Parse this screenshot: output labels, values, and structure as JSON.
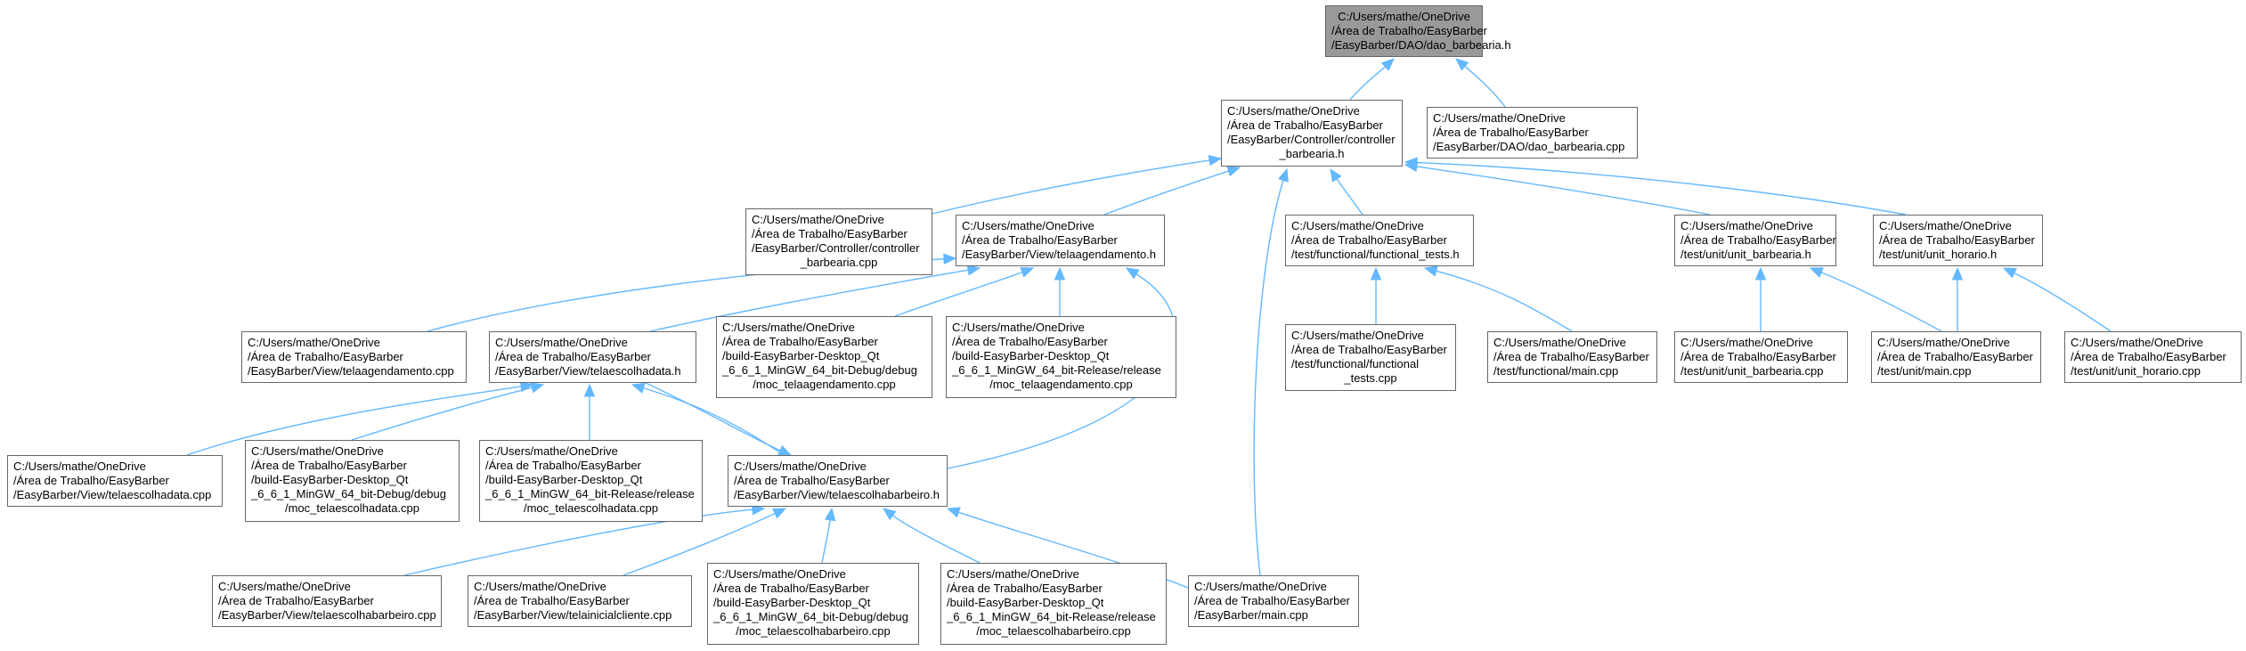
{
  "colors": {
    "edge": "#63b8ff",
    "root_fill": "#999999",
    "node_border": "#666666"
  },
  "nodes": {
    "n1": {
      "lines": [
        "C:/Users/mathe/OneDrive",
        "/Área de Trabalho/EasyBarber",
        "/EasyBarber/DAO/dao_barbearia.h"
      ]
    },
    "n2": {
      "lines": [
        "C:/Users/mathe/OneDrive",
        "/Área de Trabalho/EasyBarber",
        "/EasyBarber/Controller/controller",
        "_barbearia.h"
      ]
    },
    "n3": {
      "lines": [
        "C:/Users/mathe/OneDrive",
        "/Área de Trabalho/EasyBarber",
        "/EasyBarber/DAO/dao_barbearia.cpp"
      ]
    },
    "n4": {
      "lines": [
        "C:/Users/mathe/OneDrive",
        "/Área de Trabalho/EasyBarber",
        "/EasyBarber/Controller/controller",
        "_barbearia.cpp"
      ]
    },
    "n5": {
      "lines": [
        "C:/Users/mathe/OneDrive",
        "/Área de Trabalho/EasyBarber",
        "/EasyBarber/View/telaagendamento.h"
      ]
    },
    "n6": {
      "lines": [
        "C:/Users/mathe/OneDrive",
        "/Área de Trabalho/EasyBarber",
        "/test/functional/functional_tests.h"
      ]
    },
    "n7": {
      "lines": [
        "C:/Users/mathe/OneDrive",
        "/Área de Trabalho/EasyBarber",
        "/test/unit/unit_barbearia.h"
      ]
    },
    "n8": {
      "lines": [
        "C:/Users/mathe/OneDrive",
        "/Área de Trabalho/EasyBarber",
        "/test/unit/unit_horario.h"
      ]
    },
    "n9": {
      "lines": [
        "C:/Users/mathe/OneDrive",
        "/Área de Trabalho/EasyBarber",
        "/EasyBarber/View/telaagendamento.cpp"
      ]
    },
    "n10": {
      "lines": [
        "C:/Users/mathe/OneDrive",
        "/Área de Trabalho/EasyBarber",
        "/EasyBarber/View/telaescolhadata.h"
      ]
    },
    "n11": {
      "lines": [
        "C:/Users/mathe/OneDrive",
        "/Área de Trabalho/EasyBarber",
        "/build-EasyBarber-Desktop_Qt",
        "_6_6_1_MinGW_64_bit-Debug/debug",
        "/moc_telaagendamento.cpp"
      ]
    },
    "n12": {
      "lines": [
        "C:/Users/mathe/OneDrive",
        "/Área de Trabalho/EasyBarber",
        "/build-EasyBarber-Desktop_Qt",
        "_6_6_1_MinGW_64_bit-Release/release",
        "/moc_telaagendamento.cpp"
      ]
    },
    "n13": {
      "lines": [
        "C:/Users/mathe/OneDrive",
        "/Área de Trabalho/EasyBarber",
        "/test/functional/functional",
        "_tests.cpp"
      ]
    },
    "n14": {
      "lines": [
        "C:/Users/mathe/OneDrive",
        "/Área de Trabalho/EasyBarber",
        "/test/functional/main.cpp"
      ]
    },
    "n15": {
      "lines": [
        "C:/Users/mathe/OneDrive",
        "/Área de Trabalho/EasyBarber",
        "/test/unit/unit_barbearia.cpp"
      ]
    },
    "n16": {
      "lines": [
        "C:/Users/mathe/OneDrive",
        "/Área de Trabalho/EasyBarber",
        "/test/unit/main.cpp"
      ]
    },
    "n17": {
      "lines": [
        "C:/Users/mathe/OneDrive",
        "/Área de Trabalho/EasyBarber",
        "/test/unit/unit_horario.cpp"
      ]
    },
    "n18": {
      "lines": [
        "C:/Users/mathe/OneDrive",
        "/Área de Trabalho/EasyBarber",
        "/EasyBarber/View/telaescolhadata.cpp"
      ]
    },
    "n19": {
      "lines": [
        "C:/Users/mathe/OneDrive",
        "/Área de Trabalho/EasyBarber",
        "/build-EasyBarber-Desktop_Qt",
        "_6_6_1_MinGW_64_bit-Debug/debug",
        "/moc_telaescolhadata.cpp"
      ]
    },
    "n20": {
      "lines": [
        "C:/Users/mathe/OneDrive",
        "/Área de Trabalho/EasyBarber",
        "/build-EasyBarber-Desktop_Qt",
        "_6_6_1_MinGW_64_bit-Release/release",
        "/moc_telaescolhadata.cpp"
      ]
    },
    "n21": {
      "lines": [
        "C:/Users/mathe/OneDrive",
        "/Área de Trabalho/EasyBarber",
        "/EasyBarber/View/telaescolhabarbeiro.h"
      ]
    },
    "n22": {
      "lines": [
        "C:/Users/mathe/OneDrive",
        "/Área de Trabalho/EasyBarber",
        "/EasyBarber/View/telaescolhabarbeiro.cpp"
      ]
    },
    "n23": {
      "lines": [
        "C:/Users/mathe/OneDrive",
        "/Área de Trabalho/EasyBarber",
        "/EasyBarber/View/telainicialcliente.cpp"
      ]
    },
    "n24": {
      "lines": [
        "C:/Users/mathe/OneDrive",
        "/Área de Trabalho/EasyBarber",
        "/build-EasyBarber-Desktop_Qt",
        "_6_6_1_MinGW_64_bit-Debug/debug",
        "/moc_telaescolhabarbeiro.cpp"
      ]
    },
    "n25": {
      "lines": [
        "C:/Users/mathe/OneDrive",
        "/Área de Trabalho/EasyBarber",
        "/build-EasyBarber-Desktop_Qt",
        "_6_6_1_MinGW_64_bit-Release/release",
        "/moc_telaescolhabarbeiro.cpp"
      ]
    },
    "n26": {
      "lines": [
        "C:/Users/mathe/OneDrive",
        "/Área de Trabalho/EasyBarber",
        "/EasyBarber/main.cpp"
      ]
    }
  },
  "edges": [
    {
      "from": "n2",
      "to": "n1"
    },
    {
      "from": "n3",
      "to": "n1"
    },
    {
      "from": "n4",
      "to": "n2"
    },
    {
      "from": "n5",
      "to": "n2"
    },
    {
      "from": "n6",
      "to": "n2"
    },
    {
      "from": "n7",
      "to": "n2"
    },
    {
      "from": "n8",
      "to": "n2"
    },
    {
      "from": "n26",
      "to": "n2"
    },
    {
      "from": "n9",
      "to": "n5"
    },
    {
      "from": "n10",
      "to": "n5"
    },
    {
      "from": "n11",
      "to": "n5"
    },
    {
      "from": "n12",
      "to": "n5"
    },
    {
      "from": "n21",
      "to": "n5"
    },
    {
      "from": "n13",
      "to": "n6"
    },
    {
      "from": "n14",
      "to": "n6"
    },
    {
      "from": "n15",
      "to": "n7"
    },
    {
      "from": "n16",
      "to": "n7"
    },
    {
      "from": "n16",
      "to": "n8"
    },
    {
      "from": "n17",
      "to": "n8"
    },
    {
      "from": "n18",
      "to": "n10"
    },
    {
      "from": "n19",
      "to": "n10"
    },
    {
      "from": "n20",
      "to": "n10"
    },
    {
      "from": "n21",
      "to": "n10"
    },
    {
      "from": "n10",
      "to": "n21"
    },
    {
      "from": "n22",
      "to": "n21"
    },
    {
      "from": "n23",
      "to": "n21"
    },
    {
      "from": "n24",
      "to": "n21"
    },
    {
      "from": "n25",
      "to": "n21"
    },
    {
      "from": "n26",
      "to": "n21"
    }
  ]
}
